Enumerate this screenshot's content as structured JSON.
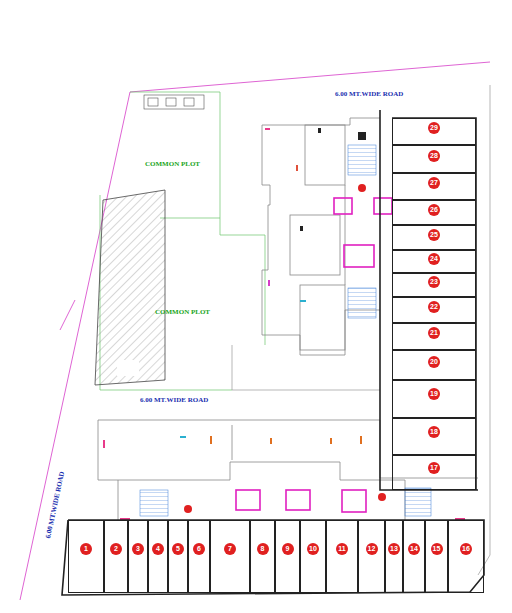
{
  "diagram": {
    "nodes": [
      {
        "text": [
          "29"
        ]
      },
      {
        "text": [
          "28"
        ]
      },
      {
        "text": [
          "27"
        ]
      },
      {
        "text": [
          "26"
        ]
      },
      {
        "text": [
          "25"
        ]
      },
      {
        "text": [
          "24"
        ]
      },
      {
        "text": [
          "23"
        ]
      },
      {
        "text": [
          "22"
        ]
      },
      {
        "text": [
          "21"
        ]
      },
      {
        "text": [
          "20"
        ]
      },
      {
        "text": [
          "19"
        ]
      },
      {
        "text": [
          "18"
        ]
      },
      {
        "text": [
          "17"
        ]
      },
      {
        "text": [
          "1"
        ]
      },
      {
        "text": [
          "2"
        ]
      },
      {
        "text": [
          "3"
        ]
      },
      {
        "text": [
          "4"
        ]
      },
      {
        "text": [
          "5"
        ]
      },
      {
        "text": [
          "6"
        ]
      },
      {
        "text": [
          "7"
        ]
      },
      {
        "text": [
          "8"
        ]
      },
      {
        "text": [
          "9"
        ]
      },
      {
        "text": [
          "10"
        ]
      },
      {
        "text": [
          "11"
        ]
      },
      {
        "text": [
          "12"
        ]
      },
      {
        "text": [
          "13"
        ]
      },
      {
        "text": [
          "14"
        ]
      },
      {
        "text": [
          "15"
        ]
      },
      {
        "text": [
          "16"
        ]
      }
    ],
    "edges": [],
    "labels": [
      "6.00 MT.WIDE ROAD",
      "COMMON PLOT",
      "COMMON PLOT",
      "6.00 MT.WIDE ROAD",
      "6.00 MT.WIDE ROAD"
    ]
  }
}
